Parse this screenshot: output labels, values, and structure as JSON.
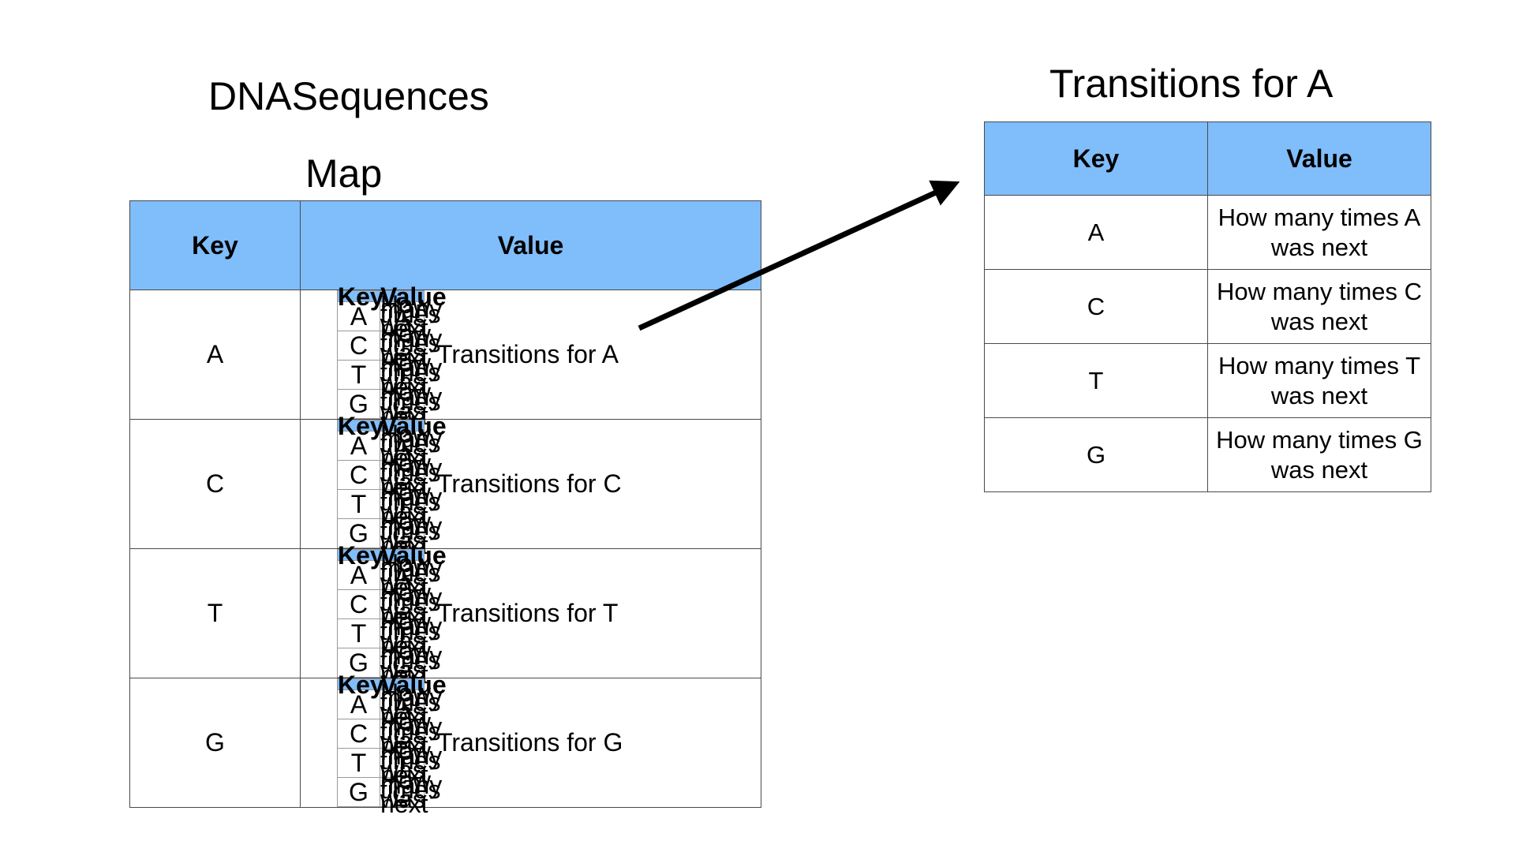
{
  "titles": {
    "main": "DNASequences",
    "map": "Map",
    "transitions": "Transitions for A"
  },
  "map_table": {
    "headers": {
      "key": "Key",
      "value": "Value"
    },
    "rows": [
      {
        "key": "A",
        "value": "Transitions for A"
      },
      {
        "key": "C",
        "value": "Transitions for C"
      },
      {
        "key": "T",
        "value": "Transitions for T"
      },
      {
        "key": "G",
        "value": "Transitions for G"
      }
    ]
  },
  "mini_table": {
    "headers": {
      "key": "Key",
      "value": "Value"
    },
    "rows": [
      {
        "key": "A",
        "value": "How many times A was next"
      },
      {
        "key": "C",
        "value": "How many times C was next"
      },
      {
        "key": "T",
        "value": "How many times T was next"
      },
      {
        "key": "G",
        "value": "How many times G was next"
      }
    ]
  },
  "transitions_table": {
    "headers": {
      "key": "Key",
      "value": "Value"
    },
    "rows": [
      {
        "key": "A",
        "value": "How many times A was next"
      },
      {
        "key": "C",
        "value": "How many times C was next"
      },
      {
        "key": "T",
        "value": "How many times T was next"
      },
      {
        "key": "G",
        "value": "How many times G was next"
      }
    ]
  },
  "colors": {
    "header_fill": "#80bdfb",
    "border": "#4a4a4a",
    "arrow": "#000000"
  }
}
